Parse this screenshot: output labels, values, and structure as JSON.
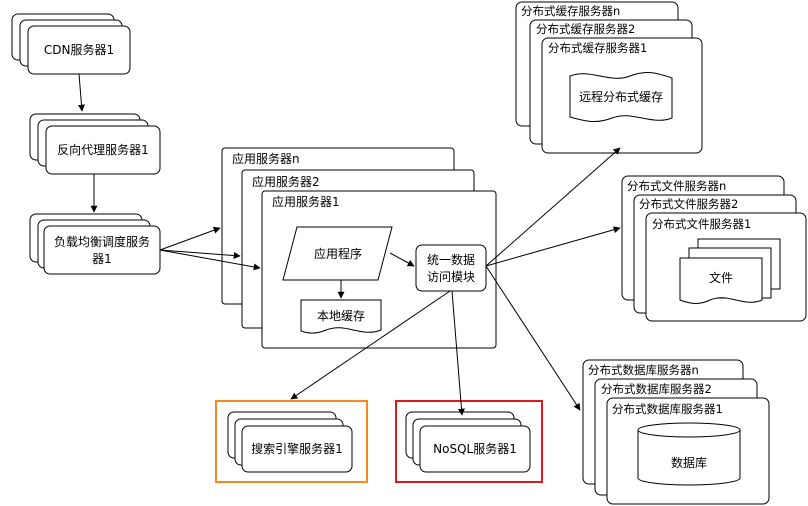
{
  "colors": {
    "search_highlight": "#f5891f",
    "nosql_highlight": "#e0191f"
  },
  "cdn": {
    "label": "CDN服务器1"
  },
  "reverse_proxy": {
    "label": "反向代理服务器1"
  },
  "load_balancer": {
    "line1": "负载均衡调度服务",
    "line2": "器1"
  },
  "app_servers": {
    "label_n": "应用服务器n",
    "label_2": "应用服务器2",
    "label_1": "应用服务器1",
    "app_program": "应用程序",
    "local_cache": "本地缓存",
    "unified_access_line1": "统一数据",
    "unified_access_line2": "访问模块"
  },
  "cache_servers": {
    "label_n": "分布式缓存服务器n",
    "label_2": "分布式缓存服务器2",
    "label_1": "分布式缓存服务器1",
    "remote_cache": "远程分布式缓存"
  },
  "file_servers": {
    "label_n": "分布式文件服务器n",
    "label_2": "分布式文件服务器2",
    "label_1": "分布式文件服务器1",
    "file": "文件"
  },
  "db_servers": {
    "label_n": "分布式数据库服务器n",
    "label_2": "分布式数据库服务器2",
    "label_1": "分布式数据库服务器1",
    "database": "数据库"
  },
  "search_engine": {
    "label": "搜索引擎服务器1"
  },
  "nosql": {
    "label": "NoSQL服务器1"
  }
}
